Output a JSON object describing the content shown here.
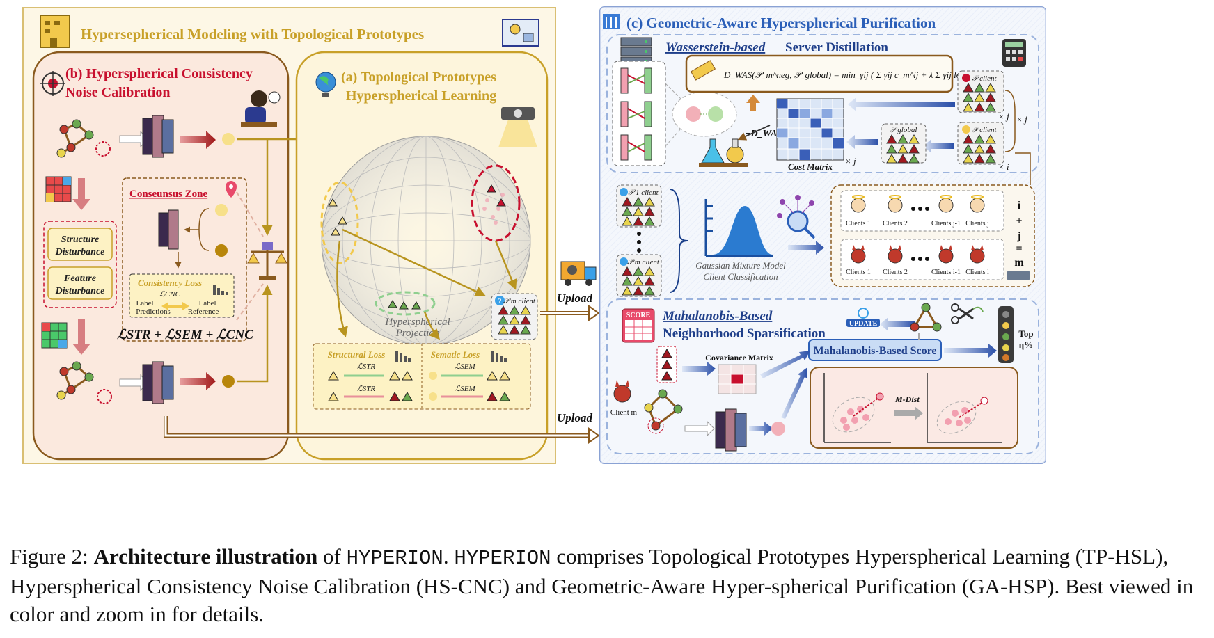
{
  "left_panel": {
    "title": "Hypersepherical Modeling with Topological Prototypes",
    "section_b": {
      "title_line1": "(b) Hyperspherical Consistency",
      "title_line2": "Noise Calibration",
      "structure_disturbance_1": "Structure",
      "structure_disturbance_2": "Disturbance",
      "feature_disturbance_1": "Feature",
      "feature_disturbance_2": "Disturbance",
      "consensus_zone": "Conseunsus Zone",
      "consistency_loss": "Consistency Loss",
      "l_cnc": "ℒCNC",
      "label_predictions_1": "Label",
      "label_predictions_2": "Predictions",
      "label_reference_1": "Label",
      "label_reference_2": "Reference",
      "total_loss": "ℒSTR + ℒSEM + ℒCNC"
    },
    "section_a": {
      "title_line1": "(a) Topological Prototypes",
      "title_line2": "Hyperspherical Learning",
      "projection_1": "Hyperspherical",
      "projection_2": "Projection",
      "structural_loss": "Structural Loss",
      "l_str": "ℒSTR",
      "sematic_loss": "Sematic Loss",
      "l_sem": "ℒSEM",
      "p_client": "𝒫 m client"
    }
  },
  "arrows": {
    "upload_1": "Upload",
    "upload_2": "Upload"
  },
  "right_panel": {
    "title": "(c) Geometric-Aware Hyperspherical Purification",
    "wasserstein": {
      "title_italic": "Wasserstein-based",
      "title_rest": " Server Distillation",
      "formula": "D_WAS(𝒫_m^neg, 𝒫_global) = min_γij ( Σ γij c_m^ij + λ Σ γij log γij )",
      "neg_dwas": "−D_WAS",
      "cost_matrix": "Cost Matrix",
      "times_j_1": "× j",
      "times_j_2": "× j",
      "times_i": "× i",
      "times_j_3": "× j",
      "p_client_top": "𝒫 client",
      "p_client_mid": "𝒫 client",
      "p_global": "𝒫 global"
    },
    "gmm": {
      "p1_client": "𝒫 1 client",
      "pm_client": "𝒫 m client",
      "label_1": "Gaussian Mixture Model",
      "label_2": "Client Classification",
      "clients_top": [
        "Clients 1",
        "Clients 2",
        "Clients j-1",
        "Clients j"
      ],
      "clients_bottom": [
        "Clients 1",
        "Clients 2",
        "Clients i-1",
        "Clients i"
      ],
      "sum_i": "i",
      "sum_plus": "+",
      "sum_j": "j",
      "sum_eq": "=",
      "sum_m": "m"
    },
    "mahalanobis": {
      "title_line1": "Mahalanobis-Based",
      "title_line2": "Neighborhood Sparsification",
      "score_badge": "SCORE",
      "update_badge": "UPDATE",
      "top_label_1": "Top",
      "top_label_2": "η%",
      "covariance": "Covariance Matrix",
      "score_box": "Mahalanobis-Based Score",
      "m_dist": "M-Dist",
      "client_m": "Client m"
    }
  },
  "caption": {
    "prefix": "Figure 2: ",
    "bold": "Architecture illustration",
    "of": " of ",
    "name1": "HYPERION",
    "sep": ". ",
    "name2": "HYPERION",
    "rest": " comprises Topological Prototypes Hyperspherical Learning (TP-HSL), Hyperspherical Consistency Noise Calibration (HS-CNC) and Geometric-Aware Hyper-spherical Purification (GA-HSP). Best viewed in color and zoom in for details."
  },
  "colors": {
    "gold": "#c8a028",
    "brown": "#8a5a1e",
    "crimson": "#c8102e",
    "navy": "#2b3a8f",
    "light_blue_bg": "#eef3fb",
    "cream_bg": "#fdf7e6"
  }
}
